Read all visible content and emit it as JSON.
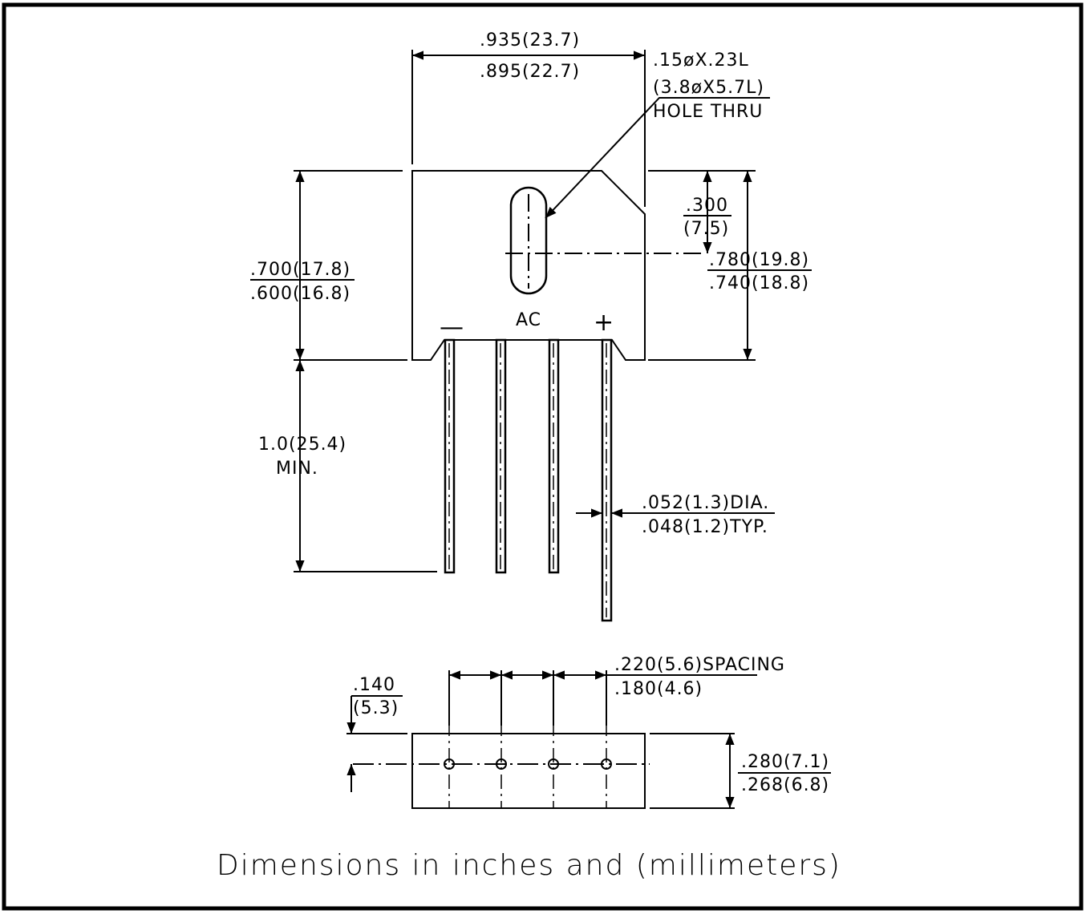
{
  "top_width": {
    "max": ".935(23.7)",
    "min": ".895(22.7)"
  },
  "hole": {
    "size": ".15øX.23L",
    "size_mm": "(3.8øX5.7L)",
    "note": "HOLE THRU"
  },
  "hole_offset": {
    "inch": ".300",
    "mm": "(7.5)"
  },
  "body_height": {
    "max": ".700(17.8)",
    "min": ".600(16.8)"
  },
  "overall_height": {
    "max": ".780(19.8)",
    "min": ".740(18.8)"
  },
  "terminals": {
    "minus": "—",
    "ac": "AC",
    "plus": "+"
  },
  "lead_length": {
    "value": "1.0(25.4)",
    "note": "MIN."
  },
  "lead_dia": {
    "max": ".052(1.3)DIA.",
    "min": ".048(1.2)TYP."
  },
  "spacing": {
    "max": ".220(5.6)SPACING",
    "min": ".180(4.6)"
  },
  "lead_offset": {
    "inch": ".140",
    "mm": "(5.3)"
  },
  "thickness": {
    "max": ".280(7.1)",
    "min": ".268(6.8)"
  },
  "caption": "Dimensions in inches and (millimeters)"
}
